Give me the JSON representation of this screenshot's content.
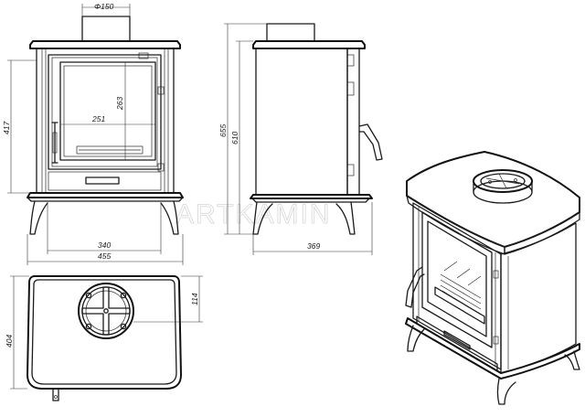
{
  "diagram": {
    "watermark": "ARTKAMIN",
    "dimensions": {
      "flue_diameter": "Φ150",
      "front_height": "417",
      "front_total_width": "455",
      "front_base_width": "340",
      "glass_width": "251",
      "glass_height": "263",
      "side_total_height": "655",
      "side_body_height": "610",
      "side_depth": "369",
      "top_depth": "404",
      "top_flue_offset": "114"
    },
    "colors": {
      "line": "#1a1a1a",
      "watermark": "#d6d6d6"
    }
  }
}
